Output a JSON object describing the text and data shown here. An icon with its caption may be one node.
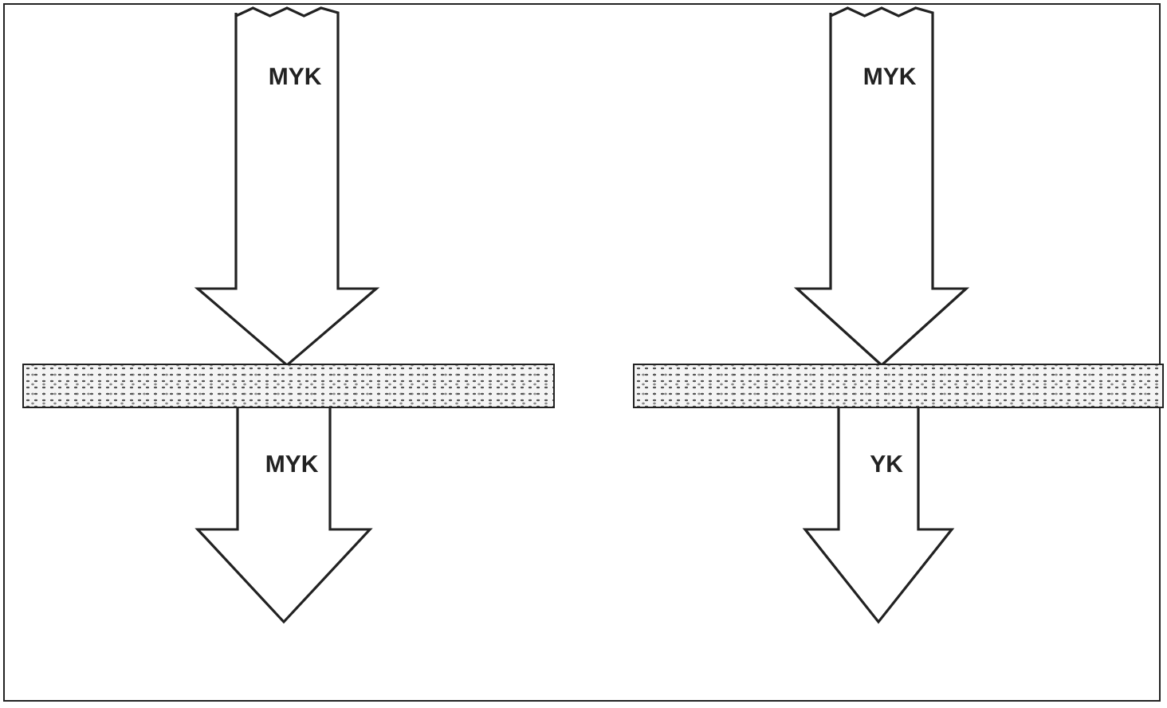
{
  "diagram": {
    "nodes": [
      {
        "text": [],
        "shape": "bar"
      },
      {
        "text": [],
        "shape": "bar"
      }
    ],
    "edges": [
      {
        "from": null,
        "to": 0,
        "arrow": "to",
        "label": "MYK"
      },
      {
        "from": 0,
        "to": null,
        "arrow": "to",
        "label": "MYK"
      },
      {
        "from": null,
        "to": 1,
        "arrow": "to",
        "label": "MYK"
      },
      {
        "from": 1,
        "to": null,
        "arrow": "to",
        "label": "YK"
      }
    ]
  }
}
